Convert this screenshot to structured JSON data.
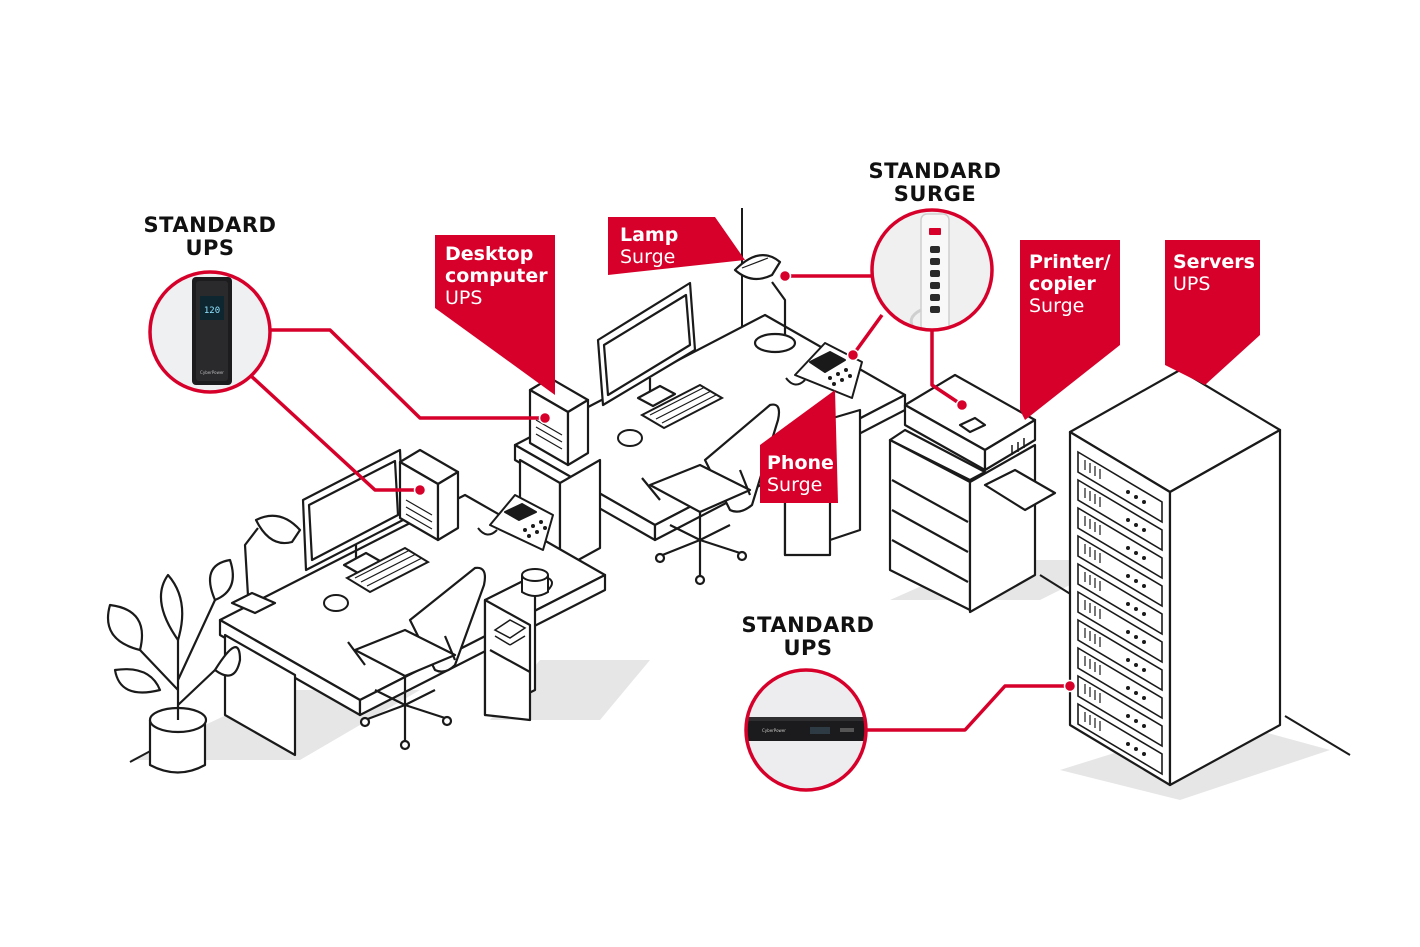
{
  "headings": {
    "ups_left": [
      "STANDARD",
      "UPS"
    ],
    "surge_top": [
      "STANDARD",
      "SURGE"
    ],
    "ups_bottom": [
      "STANDARD",
      "UPS"
    ]
  },
  "tags": {
    "desktop": {
      "name_lines": [
        "Desktop",
        "computer"
      ],
      "protection": "UPS"
    },
    "lamp": {
      "name_lines": [
        "Lamp"
      ],
      "protection": "Surge"
    },
    "printer": {
      "name_lines": [
        "Printer/",
        "copier"
      ],
      "protection": "Surge"
    },
    "servers": {
      "name_lines": [
        "Servers"
      ],
      "protection": "UPS"
    },
    "phone": {
      "name_lines": [
        "Phone"
      ],
      "protection": "Surge"
    }
  },
  "device_photos": {
    "tower_ups_display": "120",
    "tower_ups_brand": "CyberPower",
    "rack_ups_brand": "CyberPower"
  },
  "colors": {
    "accent_red": "#d6002a",
    "line_ink": "#1a1a1a",
    "shadow_gray": "#e4e4e4"
  }
}
